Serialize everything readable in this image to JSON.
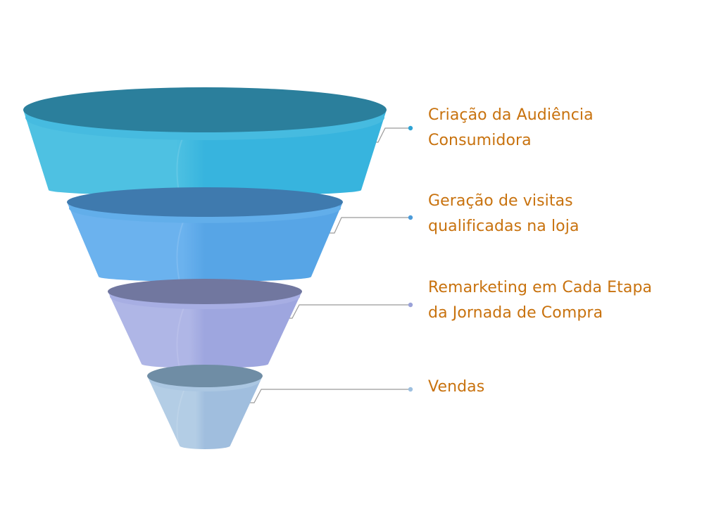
{
  "colors": {
    "label_text": "#C8720E",
    "connector_line": "#9a9a9a"
  },
  "stages": [
    {
      "label_lines": [
        "Criação da Audiência",
        "Consumidora"
      ],
      "colors": {
        "top": "#2B7F9C",
        "body_light": "#4EC1E2",
        "body_dark": "#37B4DE",
        "rim": "#46BBE0",
        "dot": "#2EA3D4"
      }
    },
    {
      "label_lines": [
        "Geração de visitas",
        "qualificadas na loja"
      ],
      "colors": {
        "top": "#3F7AAE",
        "body_light": "#6BB2EE",
        "body_dark": "#57A5E6",
        "rim": "#62AEEA",
        "dot": "#4C9BD9"
      }
    },
    {
      "label_lines": [
        "Remarketing em Cada Etapa",
        "da Jornada de Compra"
      ],
      "colors": {
        "top": "#71779F",
        "body_light": "#AFB6E6",
        "body_dark": "#9EA6DF",
        "rim": "#A7AEE3",
        "dot": "#9AA2D8"
      }
    },
    {
      "label_lines": [
        "Vendas"
      ],
      "colors": {
        "top": "#6F8DA5",
        "body_light": "#B3CDE5",
        "body_dark": "#A0BEDE",
        "rim": "#ABC7E2",
        "dot": "#9EC0E0"
      }
    }
  ]
}
